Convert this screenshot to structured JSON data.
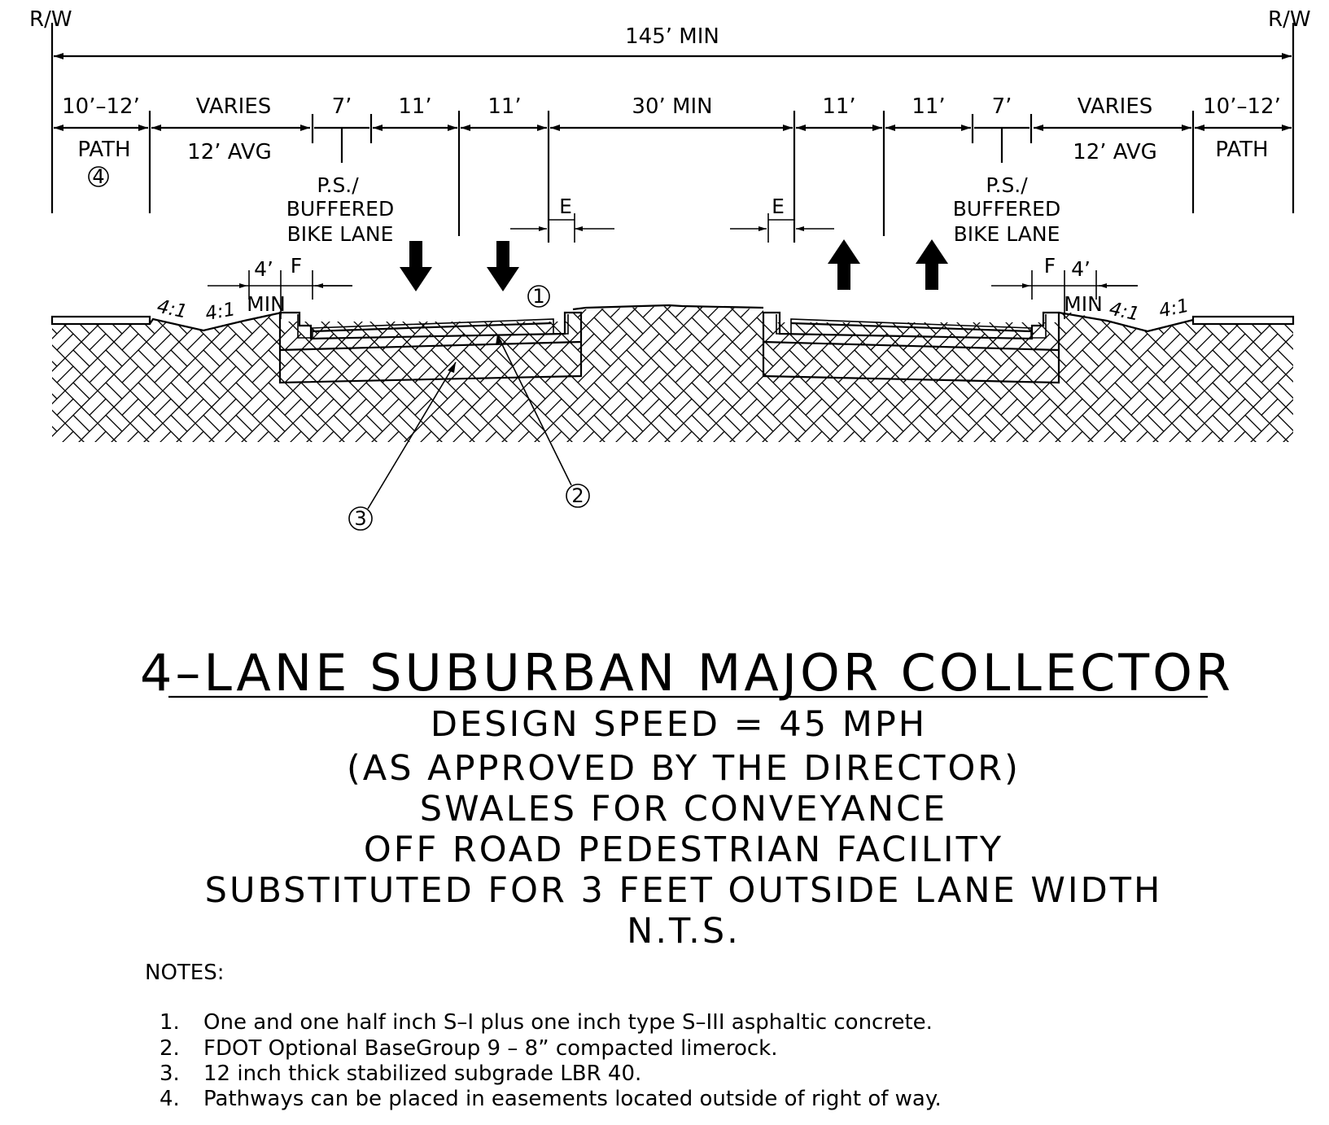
{
  "drawing": {
    "rw_left": "R/W",
    "rw_right": "R/W",
    "total_width": "145’ MIN",
    "segments": {
      "path_width_left": "10’–12’",
      "varies_left": "VARIES",
      "buffer_left": "7’",
      "lane1": "11’",
      "lane2": "11’",
      "median": "30’ MIN",
      "lane3": "11’",
      "lane4": "11’",
      "buffer_right": "7’",
      "varies_right": "VARIES",
      "path_width_right": "10’–12’"
    },
    "sub_labels": {
      "path_left": "PATH",
      "path_left_note": "4",
      "avg_left": "12’ AVG",
      "avg_right": "12’ AVG",
      "path_right": "PATH"
    },
    "bike_lane_left": [
      "P.S./",
      "BUFFERED",
      "BIKE LANE"
    ],
    "bike_lane_right": [
      "P.S./",
      "BUFFERED",
      "BIKE LANE"
    ],
    "e_left": "E",
    "e_right": "E",
    "f_left": "F",
    "f_right": "F",
    "four_ft_left": "4’",
    "four_ft_right": "4’",
    "min_left": "MIN",
    "min_right": "MIN",
    "slopes": {
      "left_outer": "4:1",
      "left_inner": "4:1",
      "right_inner": "4:1",
      "right_outer": "4:1"
    },
    "callouts": {
      "c1": "1",
      "c2": "2",
      "c3": "3"
    }
  },
  "title": {
    "main": "4–LANE SUBURBAN MAJOR COLLECTOR",
    "lines": [
      "DESIGN SPEED = 45 MPH",
      "(AS APPROVED BY THE DIRECTOR)",
      "SWALES FOR CONVEYANCE",
      "OFF ROAD PEDESTRIAN FACILITY",
      "SUBSTITUTED FOR 3 FEET OUTSIDE LANE WIDTH",
      "N.T.S."
    ]
  },
  "notes": {
    "heading": "NOTES:",
    "items": [
      {
        "num": "1.",
        "text": "One and one half inch S–I plus one inch type S–III asphaltic concrete."
      },
      {
        "num": "2.",
        "text": "FDOT Optional BaseGroup 9 – 8” compacted limerock."
      },
      {
        "num": "3.",
        "text": "12 inch thick stabilized subgrade LBR 40."
      },
      {
        "num": "4.",
        "text": "Pathways can be placed in easements located outside of right of way."
      }
    ]
  }
}
